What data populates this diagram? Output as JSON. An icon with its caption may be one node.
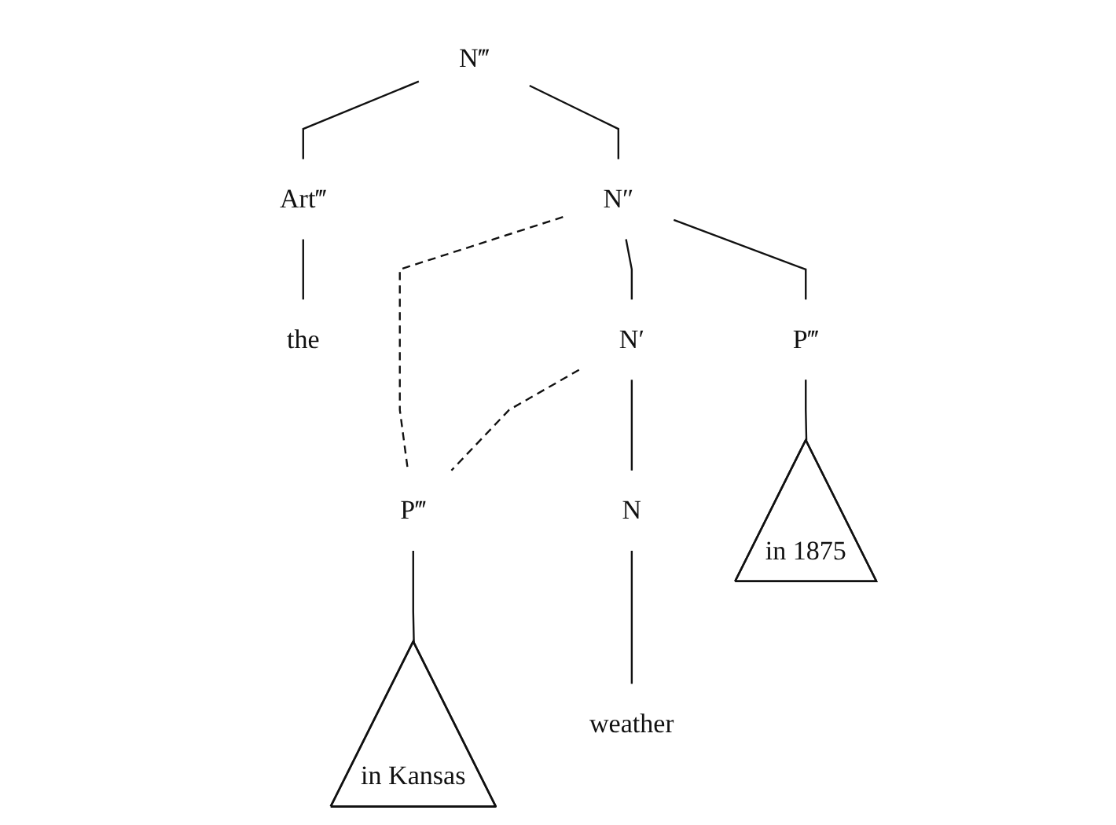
{
  "diagram": {
    "nodes": [
      {
        "text": [
          "N‴"
        ]
      },
      {
        "text": [
          "Art‴"
        ]
      },
      {
        "text": [
          "N″"
        ]
      },
      {
        "text": [
          "the"
        ]
      },
      {
        "text": [
          "N′"
        ]
      },
      {
        "text": [
          "P‴"
        ]
      },
      {
        "text": [
          "N"
        ]
      },
      {
        "text": [
          "P‴"
        ]
      },
      {
        "text": [
          "in 1875"
        ]
      },
      {
        "text": [
          "weather"
        ]
      },
      {
        "text": [
          "in Kansas"
        ]
      }
    ],
    "edges": [
      {
        "from": 0,
        "to": 1,
        "arrow": "none"
      },
      {
        "from": 0,
        "to": 2,
        "arrow": "none"
      },
      {
        "from": 1,
        "to": 3,
        "arrow": "none"
      },
      {
        "from": 2,
        "to": 4,
        "arrow": "none"
      },
      {
        "from": 2,
        "to": 7,
        "arrow": "none",
        "style": "dashed"
      },
      {
        "from": 2,
        "to": 5,
        "arrow": "none"
      },
      {
        "from": 4,
        "to": 7,
        "arrow": "none",
        "style": "dashed"
      },
      {
        "from": 4,
        "to": 6,
        "arrow": "none"
      },
      {
        "from": 5,
        "to": 8,
        "arrow": "none"
      },
      {
        "from": 6,
        "to": 9,
        "arrow": "none"
      },
      {
        "from": 7,
        "to": 10,
        "arrow": "none"
      }
    ]
  }
}
